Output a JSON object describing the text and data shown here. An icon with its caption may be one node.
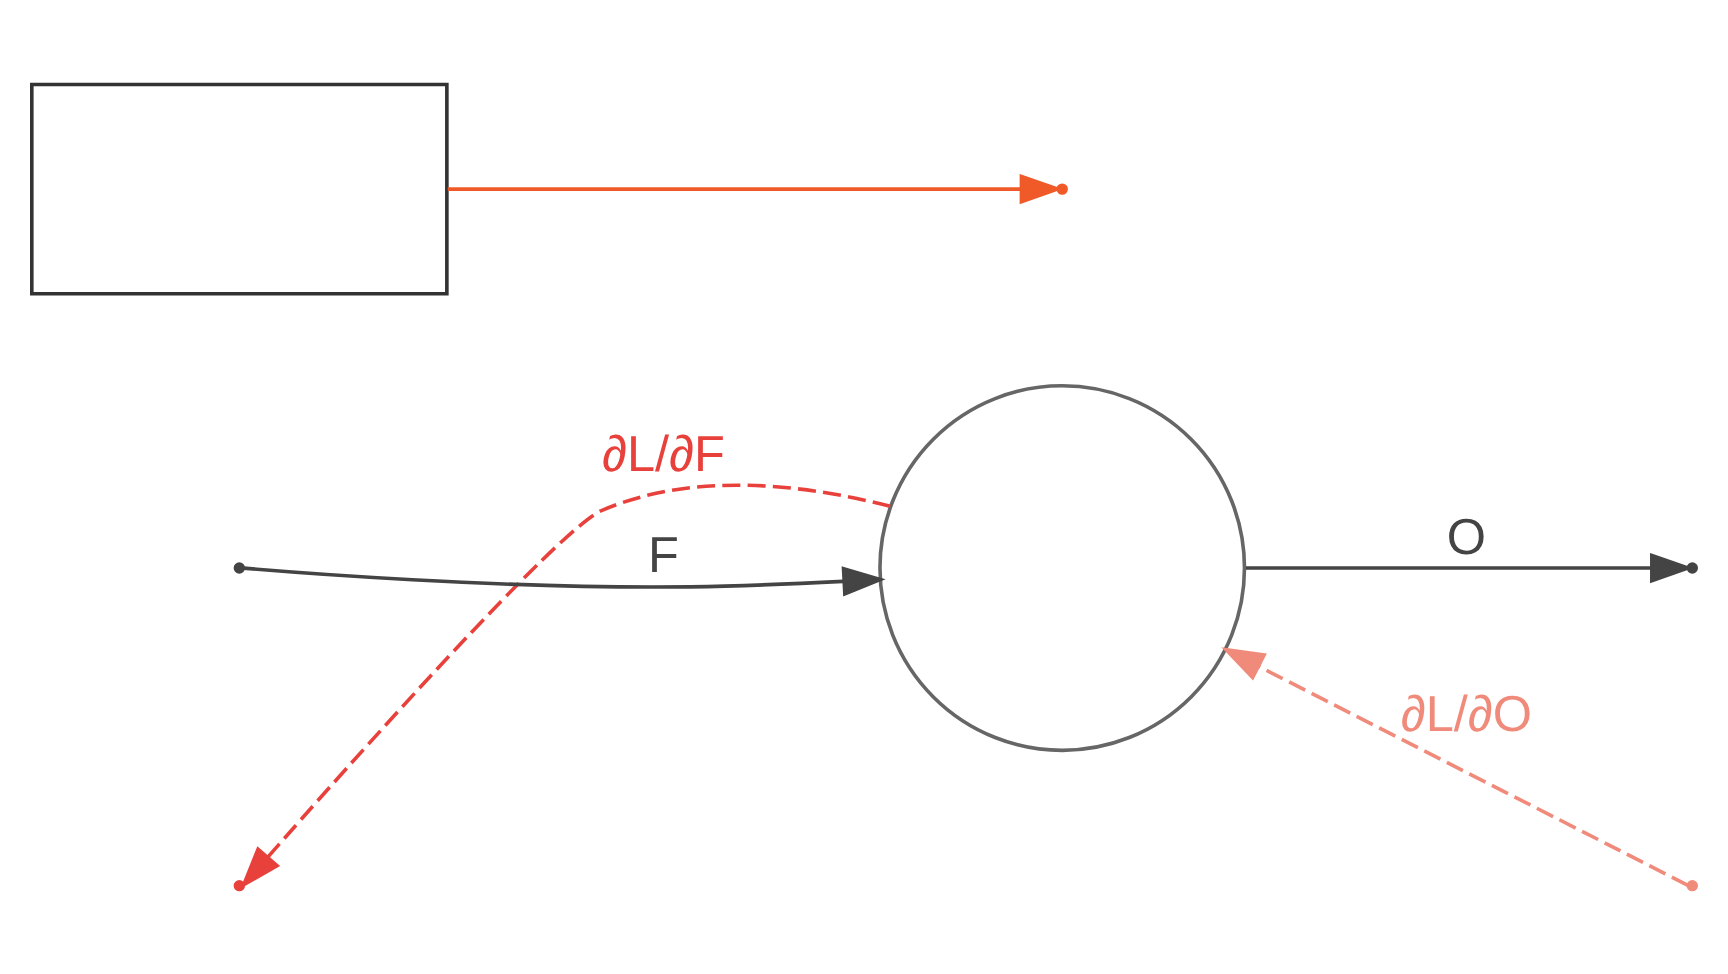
{
  "diagram": {
    "nodes": [
      {
        "text": [],
        "shape": "circle"
      },
      {
        "text": [],
        "shape": "box"
      }
    ],
    "edges": [
      {
        "from": 0,
        "to": null,
        "arrow": "to",
        "label": "∂L/∂F",
        "style": "dashed",
        "color": "#e8413c"
      },
      {
        "from": null,
        "to": 0,
        "arrow": "to",
        "label": "F"
      },
      {
        "from": null,
        "to": 0,
        "arrow": "to",
        "label": "∂L/∂O",
        "style": "dashed",
        "color": "#f08a7a"
      },
      {
        "from": 0,
        "to": null,
        "arrow": "to",
        "label": "O"
      },
      {
        "from": 1,
        "to": null,
        "arrow": "to",
        "color": "#f05a28"
      }
    ]
  }
}
